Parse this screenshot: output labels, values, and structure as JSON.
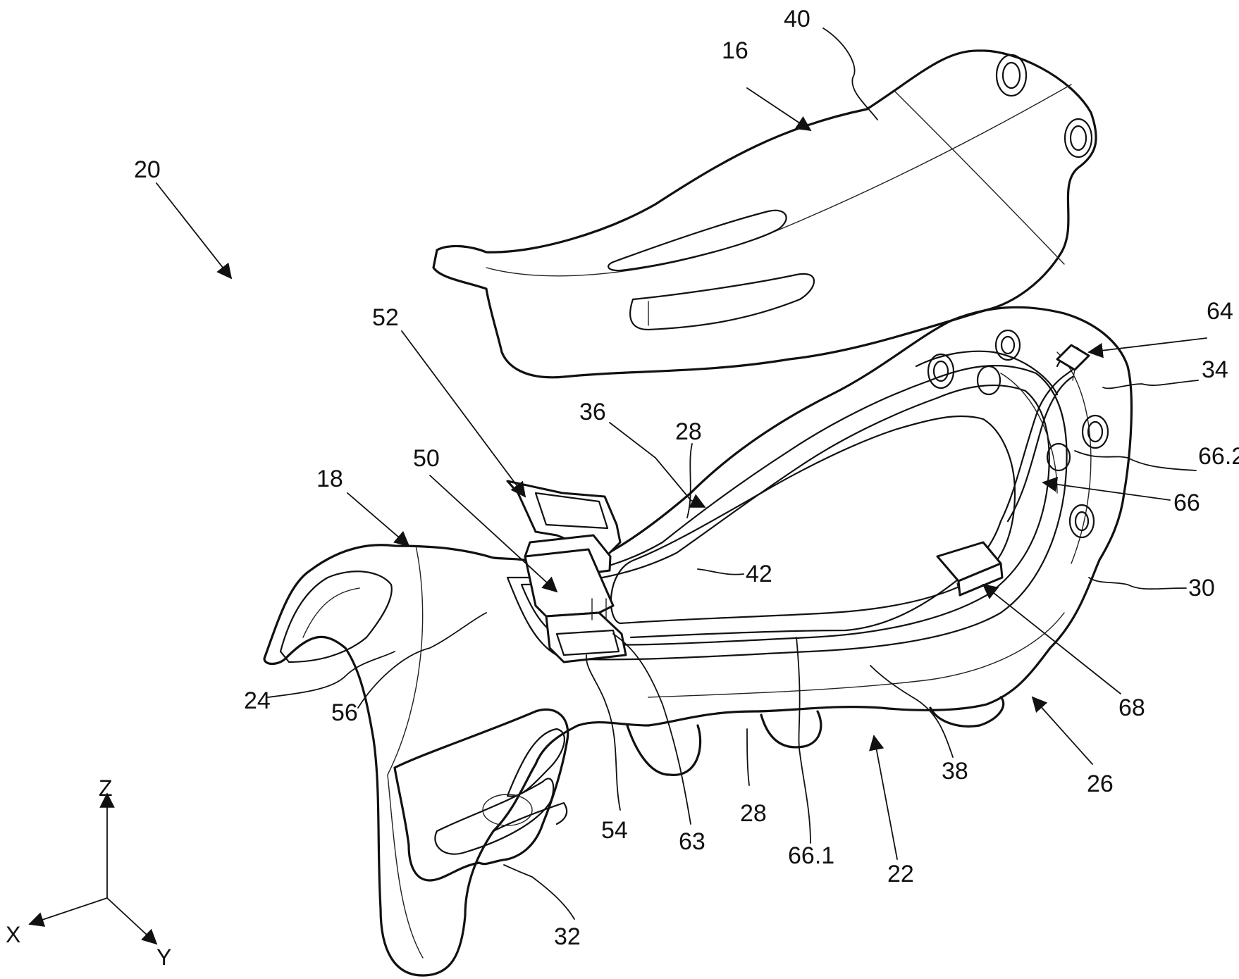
{
  "labels": {
    "l40": "40",
    "l16": "16",
    "l20": "20",
    "l52": "52",
    "l64": "64",
    "l34": "34",
    "l36": "36",
    "l28a": "28",
    "l50": "50",
    "l18": "18",
    "l662": "66.2",
    "l66": "66",
    "l42": "42",
    "l30": "30",
    "l24": "24",
    "l56": "56",
    "l68": "68",
    "l38": "38",
    "l26": "26",
    "l54": "54",
    "l63": "63",
    "l28b": "28",
    "l661": "66.1",
    "l22": "22",
    "l32": "32"
  },
  "axes": {
    "z": "Z",
    "x": "X",
    "y": "Y"
  }
}
